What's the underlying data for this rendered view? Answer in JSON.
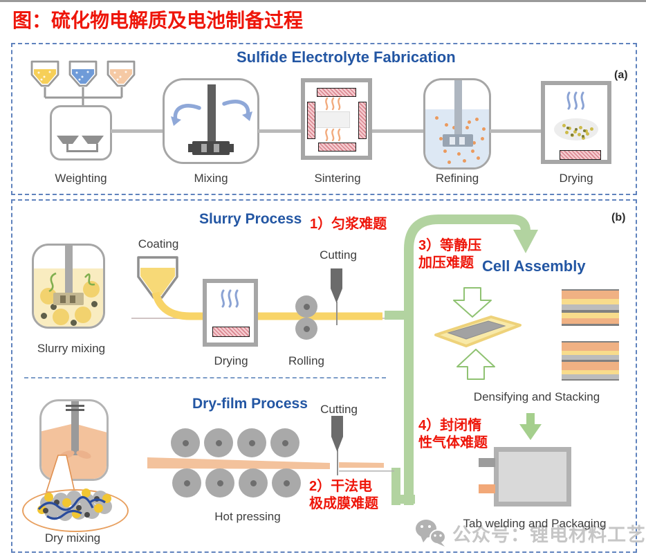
{
  "title": "图：硫化物电解质及电池制备过程",
  "watermark": {
    "icon": "wechat-icon",
    "text": "公众号：锂电材料工艺"
  },
  "colors": {
    "red": "#ee1509",
    "blue": "#2356a3",
    "dash": "#5f82bd",
    "dark": "#3d3d3d",
    "green": "#b2d3a0",
    "green-line": "#8fc272",
    "green-solid": "#a5cf8d",
    "gray-line": "#b9b9b9",
    "gray-border": "#a6a6a6",
    "yellow-powder": "#f6cf58",
    "blue-powder": "#6f9bd8",
    "peach-powder": "#f5c9a4",
    "heater-pink": "#f5ccd0",
    "heater-stripe": "#d9848e",
    "wave-orange": "#f2ab7e",
    "wave-blue": "#8ba3d4",
    "slurry": "#f9ecc0",
    "film-yellow": "#f8d468",
    "film-orange": "#f3c29c",
    "liquid-blue": "#dde8f4",
    "dot-orange": "#eb9a5e",
    "stack-orange": "#f0b183",
    "stack-yellow": "#f8dc8c",
    "stack-gray": "#bcbcbc",
    "stack-dark": "#808080",
    "watermark-gray": "#c6c6c6"
  },
  "panel_a": {
    "tag": "(a)",
    "title": "Sulfide Electrolyte Fabrication",
    "steps": [
      {
        "label": "Weighting"
      },
      {
        "label": "Mixing"
      },
      {
        "label": "Sintering"
      },
      {
        "label": "Refining"
      },
      {
        "label": "Drying"
      }
    ]
  },
  "panel_b": {
    "tag": "(b)",
    "slurry": {
      "title": "Slurry Process",
      "mixing": "Slurry mixing",
      "coating": "Coating",
      "drying": "Drying",
      "rolling": "Rolling",
      "cutting": "Cutting"
    },
    "dry": {
      "title": "Dry-film Process",
      "mixing": "Dry mixing",
      "pressing": "Hot pressing",
      "cutting": "Cutting"
    },
    "assembly": {
      "title": "Cell Assembly",
      "stacking": "Densifying and Stacking",
      "welding": "Tab welding and Packaging"
    },
    "issues": {
      "1": "1）匀浆难题",
      "2a": "2）干法电",
      "2b": "极成膜难题",
      "3a": "3）等静压",
      "3b": "加压难题",
      "4a": "4）封闭惰",
      "4b": "性气体难题"
    }
  }
}
